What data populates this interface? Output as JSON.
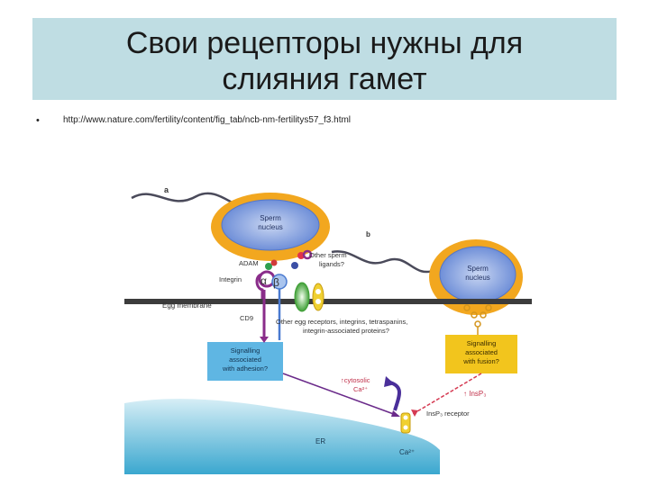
{
  "slide": {
    "title_line1": "Свои рецепторы нужны для",
    "title_line2": "слияния гамет",
    "bullet": "•",
    "source_url": "http://www.nature.com/fertility/content/fig_tab/ncb-nm-fertilitys57_f3.html"
  },
  "figure": {
    "panel_a": "a",
    "panel_b": "b",
    "sperm_nucleus_a": [
      "Sperm",
      "nucleus"
    ],
    "sperm_nucleus_b": [
      "Sperm",
      "nucleus"
    ],
    "adam": "ADAM",
    "integrin": "Integrin",
    "alpha": "α",
    "beta": "β",
    "other_sperm_ligands": [
      "Other sperm",
      "ligands?"
    ],
    "egg_membrane": "Egg membrane",
    "cd9": "CD9",
    "other_egg_receptors": [
      "Other egg receptors, integrins, tetraspanins,",
      "integrin-associated proteins?"
    ],
    "signalling_adhesion": [
      "Signalling",
      "associated",
      "with adhesion?"
    ],
    "signalling_fusion": [
      "Signalling",
      "associated",
      "with fusion?"
    ],
    "cytosolic_ca": [
      "↑cytosolic",
      "Ca²⁺"
    ],
    "insp3": "↑ InsP₃",
    "insp3_receptor": "InsP₃ receptor",
    "er": "ER",
    "ca_er": "Ca²⁺"
  }
}
